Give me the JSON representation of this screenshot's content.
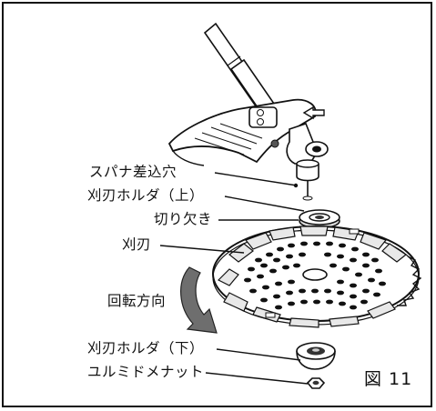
{
  "labels": {
    "spanner_hole": "スパナ差込穴",
    "holder_upper": "刈刃ホルダ（上）",
    "notch": "切り欠き",
    "blade": "刈刃",
    "rotation": "回転方向",
    "holder_lower": "刈刃ホルダ（下）",
    "nut": "ユルミドメナット"
  },
  "figure_number": "図 11",
  "colors": {
    "ink": "#111111",
    "paper": "#ffffff",
    "shade": "#7a7a7a",
    "light": "#d9d9d9"
  },
  "icons": [
    "rotation-direction-arrow-icon",
    "guard-arrow-icon"
  ]
}
